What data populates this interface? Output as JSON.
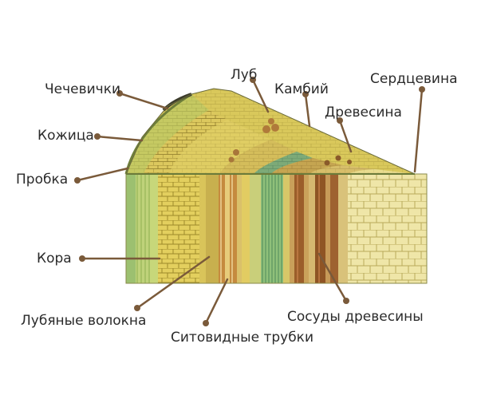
{
  "diagram": {
    "labels": {
      "lenticels": "Чечевички",
      "epidermis": "Кожица",
      "cork": "Пробка",
      "bark": "Кора",
      "phloem": "Луб",
      "cambium": "Камбий",
      "pith": "Сердцевина",
      "wood": "Древесина",
      "bast_fibers": "Лубяные волокна",
      "sieve_tubes": "Ситовидные трубки",
      "wood_vessels": "Сосуды древесины"
    },
    "colors": {
      "line": "#7a5a3a",
      "dot": "#7a5a3a",
      "bark_light": "#cdd98a",
      "bark_green": "#8fb45a",
      "phloem_yellow": "#e6d46b",
      "cambium_teal": "#4a9a86",
      "wood_brown": "#8a5a2a",
      "pith_cream": "#eee5a6"
    }
  }
}
